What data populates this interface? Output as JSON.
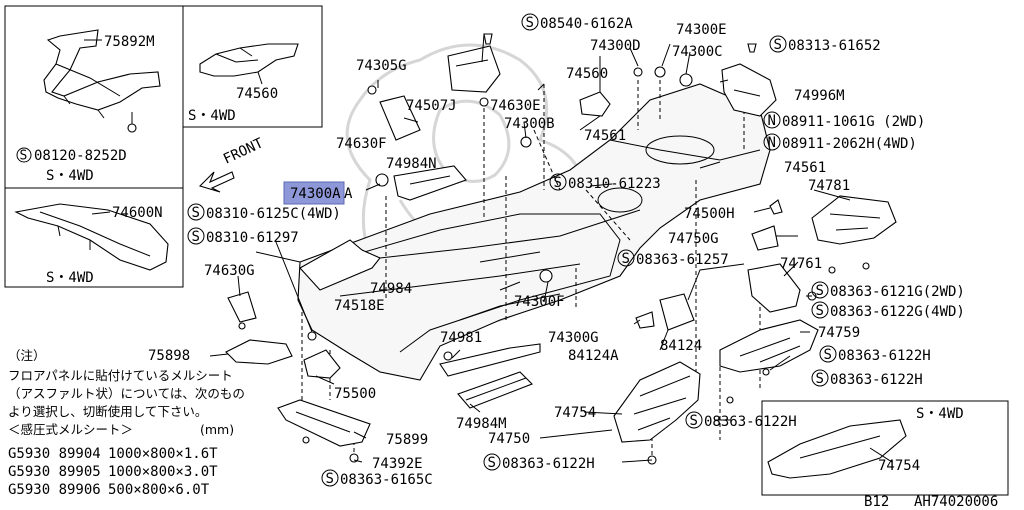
{
  "highlight_part": "74300A",
  "labels": {
    "p75892M": "75892M",
    "p74560_box": "74560",
    "s4wd_a": "S・4WD",
    "s08120": "08120-8252D",
    "s4wd_b": "S・4WD",
    "front": "FRONT",
    "p74600N": "74600N",
    "s4wd_c": "S・4WD",
    "p74305G": "74305G",
    "p74507J": "74507J",
    "p74630F": "74630F",
    "p74630E": "74630E",
    "p74300B": "74300B",
    "s08540": "08540-6162A",
    "p74300D": "74300D",
    "p74300E": "74300E",
    "p74300C": "74300C",
    "s08313": "08313-61652",
    "p74560": "74560",
    "p74996M": "74996M",
    "p74561a": "74561",
    "n08911a": "08911-1061G (2WD)",
    "n08911b": "08911-2062H(4WD)",
    "p74561b": "74561",
    "p74984N": "74984N",
    "p74300A_suffix": "A",
    "s08310_61223": "08310-61223",
    "p74781": "74781",
    "s08310_6125C": "08310-6125C(4WD)",
    "p74500H": "74500H",
    "s08310_61297": "08310-61297",
    "p74750G": "74750G",
    "s08363_61257": "08363-61257",
    "p74761": "74761",
    "p74630G": "74630G",
    "p74984": "74984",
    "p74518E": "74518E",
    "s08363_6121G": "08363-6121G(2WD)",
    "s08363_6122G": "08363-6122G(4WD)",
    "p74300F": "74300F",
    "p74759": "74759",
    "p74300G": "74300G",
    "p84124A": "84124A",
    "p74981": "74981",
    "p84124": "84124",
    "s08363_6122H_a": "08363-6122H",
    "p75898": "75898",
    "p75500": "75500",
    "s08363_6122H_b": "08363-6122H",
    "s4wd_d": "S・4WD",
    "p74984M": "74984M",
    "p74754a": "74754",
    "p74750": "74750",
    "s08363_6122H_c": "08363-6122H",
    "p75899": "75899",
    "p74754b": "74754",
    "p74392E": "74392E",
    "s08363_6122H_d": "08363-6122H",
    "s08363_6165C": "08363-6165C",
    "footer_left": "B12",
    "footer_right": "AH74020006"
  },
  "circle_marks": {
    "S": "S",
    "N": "N"
  },
  "note": {
    "title": "（注）",
    "line1": "フロアパネルに貼付けているメルシート",
    "line2": "（アスファルト状）については、次のもの",
    "line3": "より選択し、切断使用して下さい。",
    "line4_left": "＜感圧式メルシート＞",
    "line4_right": "(mm)",
    "rows": [
      {
        "code": "G5930 89904",
        "size": "1000×800×1.6T"
      },
      {
        "code": "G5930 89905",
        "size": "1000×800×3.0T"
      },
      {
        "code": "G5930 89906",
        "size": " 500×800×6.0T"
      }
    ]
  }
}
